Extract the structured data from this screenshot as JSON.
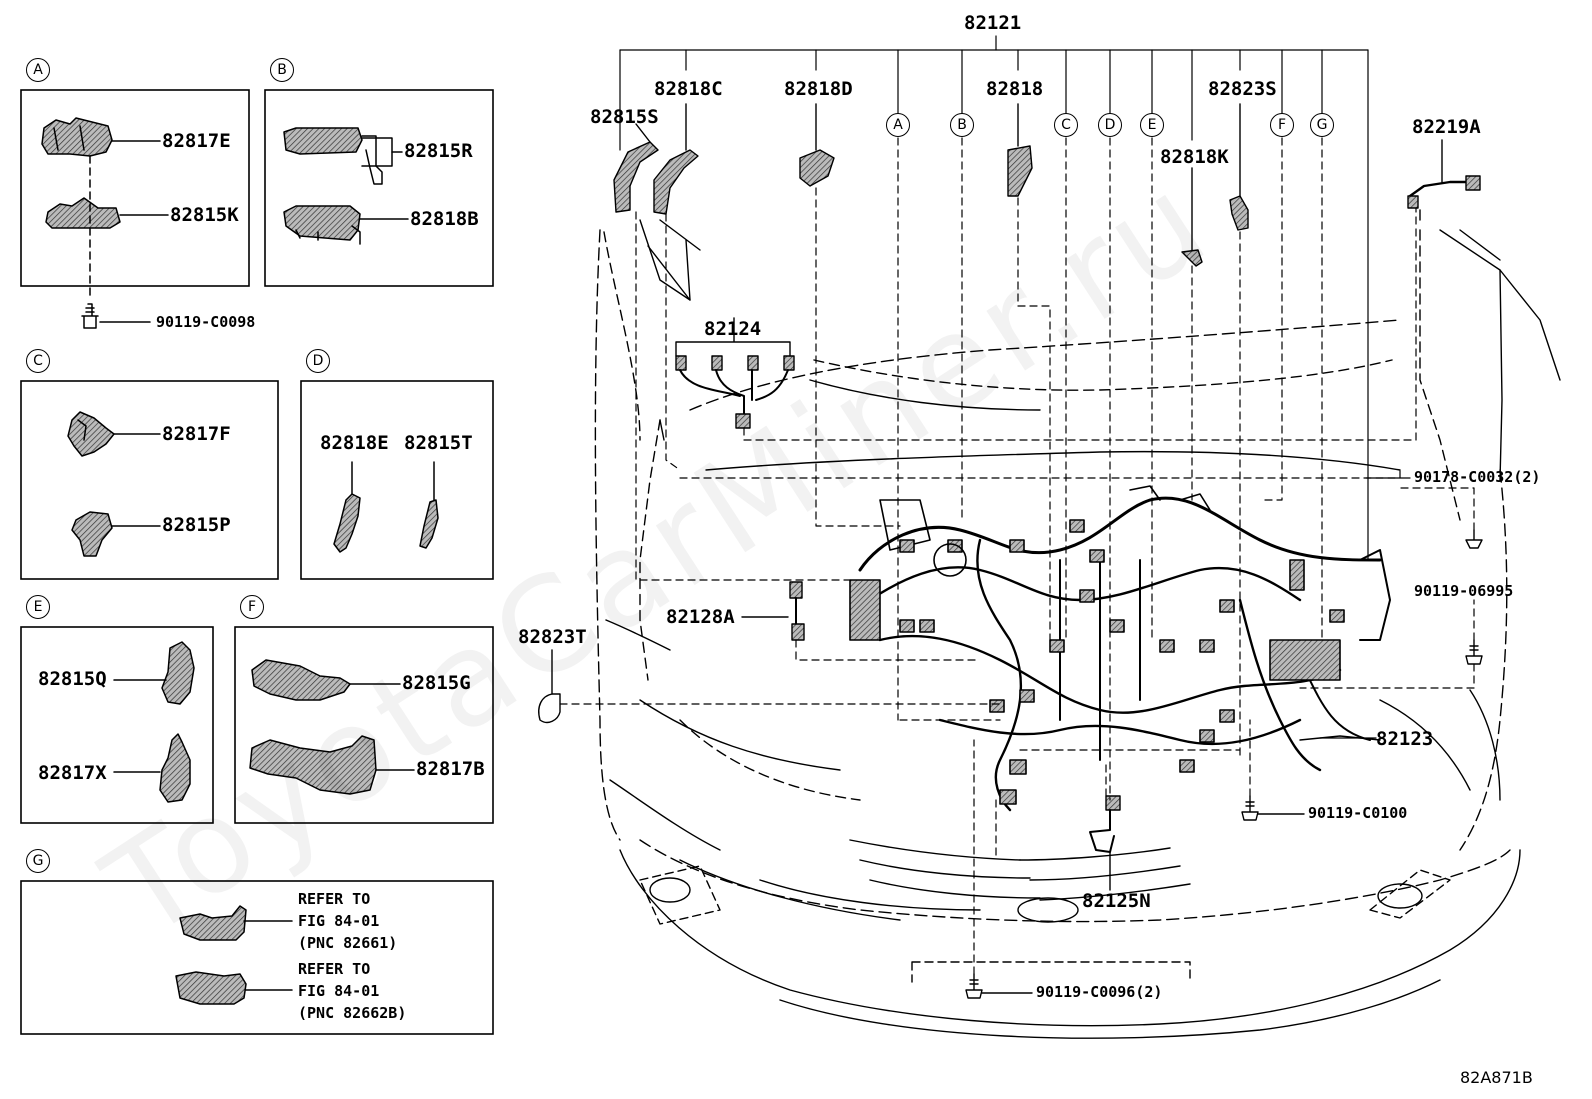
{
  "watermark": "ToyotaCarMiner.ru",
  "figure_id": "82A871B",
  "insets": {
    "a": {
      "letter": "A",
      "part1": "82817E",
      "part2": "82815K",
      "bolt": "90119-C0098"
    },
    "b": {
      "letter": "B",
      "part1": "82815R",
      "part2": "82818B"
    },
    "c": {
      "letter": "C",
      "part1": "82817F",
      "part2": "82815P"
    },
    "d": {
      "letter": "D",
      "part1": "82818E",
      "part2": "82815T"
    },
    "e": {
      "letter": "E",
      "part1": "82815Q",
      "part2": "82817X"
    },
    "f": {
      "letter": "F",
      "part1": "82815G",
      "part2": "82817B"
    },
    "g": {
      "letter": "G",
      "ref1": [
        "REFER TO",
        "FIG 84-01",
        "(PNC 82661)"
      ],
      "ref2": [
        "REFER TO",
        "FIG 84-01",
        "(PNC 82662B)"
      ]
    }
  },
  "main": {
    "harness": "82121",
    "parts": {
      "p82815S": "82815S",
      "p82818C": "82818C",
      "p82818D": "82818D",
      "p82818": "82818",
      "p82823S": "82823S",
      "p82818K": "82818K",
      "p82219A": "82219A",
      "p82124": "82124",
      "p82128A": "82128A",
      "p82823T": "82823T",
      "p82123": "82123",
      "p82125N": "82125N"
    },
    "bolts": {
      "b1": "90178-C0032(2)",
      "b2": "90119-06995",
      "b3": "90119-C0100",
      "b4": "90119-C0096(2)"
    },
    "circles": [
      "A",
      "B",
      "C",
      "D",
      "E",
      "F",
      "G"
    ]
  }
}
